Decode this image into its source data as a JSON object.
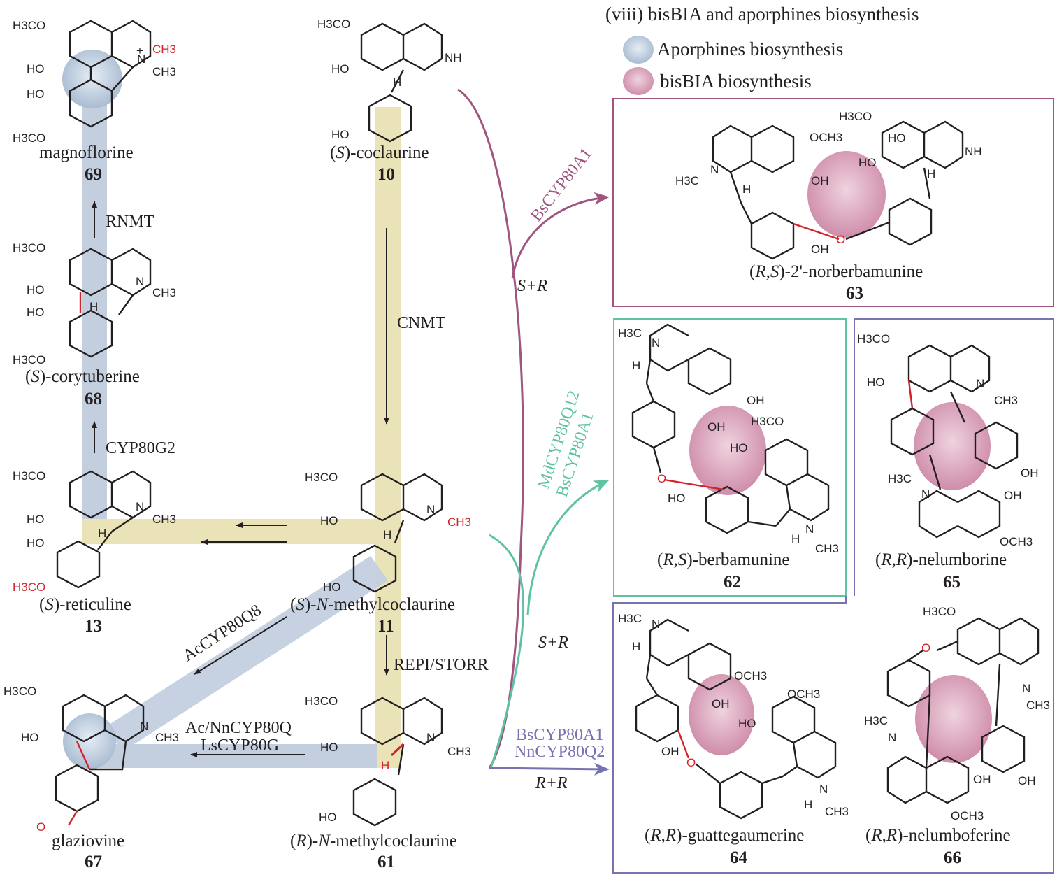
{
  "title": "(viii) bisBIA and aporphines biosynthesis",
  "legend": [
    {
      "label": "Aporphines biosynthesis",
      "color": "#b9c9dc"
    },
    {
      "label": "bisBIA biosynthesis",
      "color": "#d79cb4"
    }
  ],
  "colors": {
    "aporphine_path": "#c3cfdf",
    "coclaurine_path": "#ebe3b8",
    "pink": "#a05580",
    "green": "#5fc2a0",
    "purple": "#7673b0",
    "red": "#d2232a"
  },
  "compounds": {
    "c69": {
      "name": "magnoflorine",
      "num": "69"
    },
    "c10": {
      "name_pre": "(",
      "name_it": "S",
      "name_post": ")-coclaurine",
      "num": "10"
    },
    "c68": {
      "name_pre": "(",
      "name_it": "S",
      "name_post": ")-corytuberine",
      "num": "68"
    },
    "c13": {
      "name_pre": "(",
      "name_it": "S",
      "name_post": ")-reticuline",
      "num": "13"
    },
    "c11": {
      "name_pre": "(",
      "name_it": "S",
      "name_mid": ")-",
      "name_it2": "N",
      "name_post": "-methylcoclaurine",
      "num": "11"
    },
    "c67": {
      "name": "glaziovine",
      "num": "67"
    },
    "c61": {
      "name_pre": "(",
      "name_it": "R",
      "name_mid": ")-",
      "name_it2": "N",
      "name_post": "-methylcoclaurine",
      "num": "61"
    },
    "c63": {
      "name_pre": "(",
      "name_it": "R",
      "name_mid": ",",
      "name_it2": "S",
      "name_post": ")-2'-norberbamunine",
      "num": "63"
    },
    "c62": {
      "name_pre": "(",
      "name_it": "R",
      "name_mid": ",",
      "name_it2": "S",
      "name_post": ")-berbamunine",
      "num": "62"
    },
    "c65": {
      "name_pre": "(",
      "name_it": "R",
      "name_mid": ",",
      "name_it2": "R",
      "name_post": ")-nelumborine",
      "num": "65"
    },
    "c64": {
      "name_pre": "(",
      "name_it": "R",
      "name_mid": ",",
      "name_it2": "R",
      "name_post": ")-guattegaumerine",
      "num": "64"
    },
    "c66": {
      "name_pre": "(",
      "name_it": "R",
      "name_mid": ",",
      "name_it2": "R",
      "name_post": ")-nelumboferine",
      "num": "66"
    }
  },
  "enzymes": {
    "rnmt": "RNMT",
    "cyp80g2": "CYP80G2",
    "cnmt": "CNMT",
    "acyp80q8": "AcCYP80Q8",
    "repi": "REPI/STORR",
    "acnn": "Ac/NnCYP80Q",
    "ls": "LsCYP80G",
    "bs63": "BsCYP80A1",
    "md": "MdCYP80Q12",
    "bs62": "BsCYP80A1",
    "bs64": "BsCYP80A1",
    "nn64": "NnCYP80Q2"
  },
  "couplings": {
    "sr1": "S+R",
    "sr2": "S+R",
    "rr": "R+R"
  },
  "labels": {
    "h3co": "H3CO",
    "och3": "OCH3",
    "ch3": "CH3",
    "ho": "HO",
    "oh": "OH",
    "nh": "NH",
    "n": "N",
    "h": "H",
    "h3c": "H3C",
    "o": "O",
    "plus": "+"
  }
}
